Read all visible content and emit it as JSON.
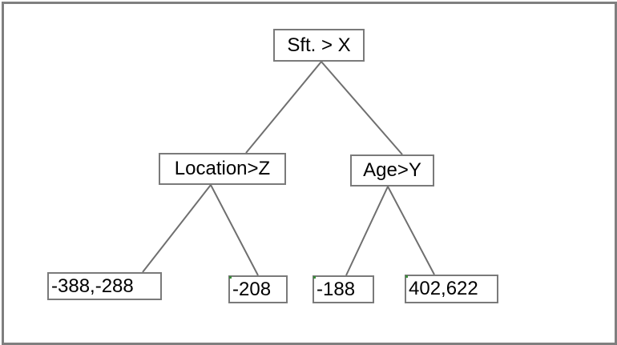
{
  "diagram": {
    "type": "decision-tree",
    "nodes": {
      "root": "Sft. > X",
      "left_split": "Location>Z",
      "right_split": "Age>Y",
      "leaf_1": "-388,-288",
      "leaf_2": "-208",
      "leaf_3": "-188",
      "leaf_4": "402,622"
    },
    "edges": [
      [
        "root",
        "left_split"
      ],
      [
        "root",
        "right_split"
      ],
      [
        "left_split",
        "leaf_1"
      ],
      [
        "left_split",
        "leaf_2"
      ],
      [
        "right_split",
        "leaf_3"
      ],
      [
        "right_split",
        "leaf_4"
      ]
    ],
    "colors": {
      "node_border": "#7a7a7a",
      "edge": "#6f6f6f",
      "frame": "#7f7f7f"
    }
  }
}
